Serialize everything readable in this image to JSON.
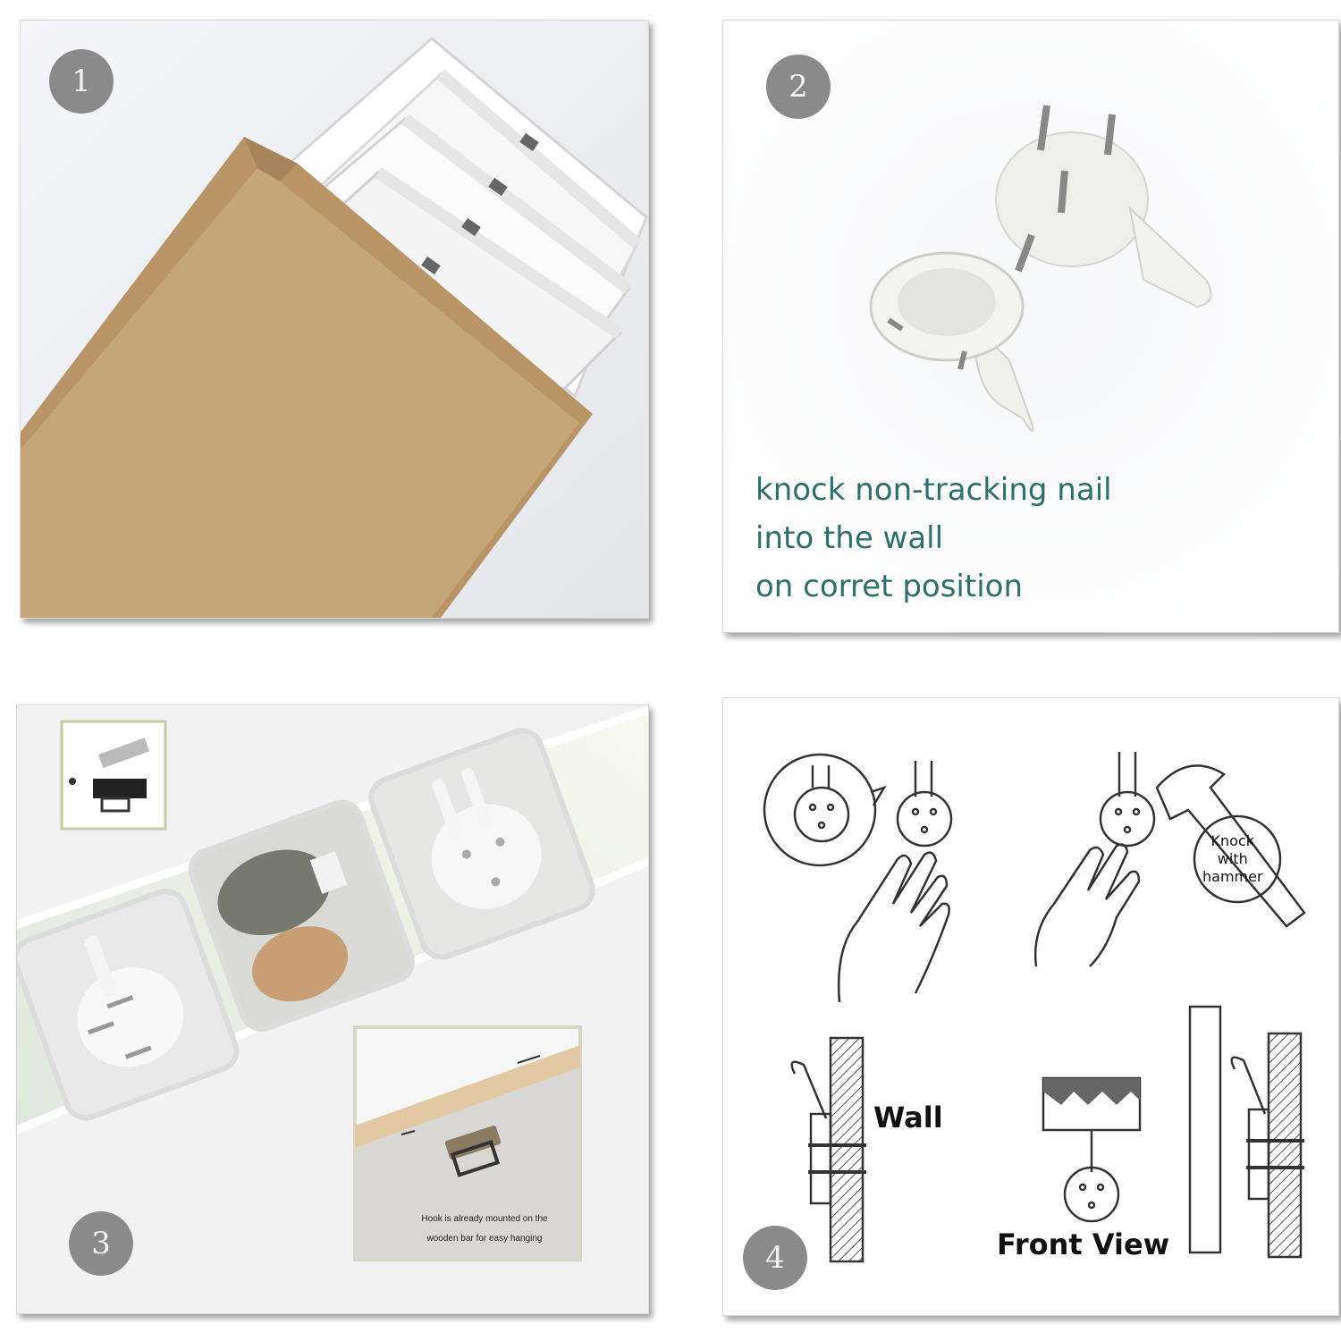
{
  "panels": [
    {
      "step": "1"
    },
    {
      "step": "2",
      "caption": [
        "knock non-tracking nail",
        "into the wall",
        "on corret position"
      ]
    },
    {
      "step": "3",
      "note": [
        "Hook is already mounted on the",
        "wooden bar for easy hanging"
      ]
    },
    {
      "step": "4",
      "labels": {
        "wall": "Wall",
        "front_view": "Front View",
        "knock": [
          "Knock",
          "with",
          "hammer"
        ]
      }
    }
  ],
  "colors": {
    "badge": "#8a8a8a",
    "caption": "#2e6f6c",
    "cardboard": "#c5a678"
  }
}
